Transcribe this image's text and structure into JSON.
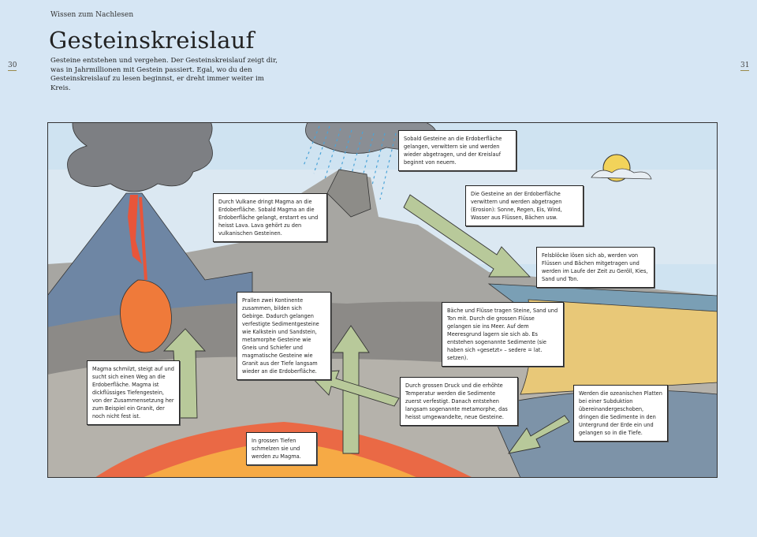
{
  "header": {
    "kicker": "Wissen zum Nachlesen",
    "title": "Gesteinskreislauf",
    "intro": "Gesteine entstehen und vergehen. Der Gesteinskreislauf zeigt dir, was in Jahrmillionen mit Gestein passiert. Egal, wo du den Gesteinskreislauf zu lesen beginnst, er dreht immer weiter im Kreis.",
    "page_left": "30",
    "page_right": "31"
  },
  "boxes": {
    "vulkan": "Durch Vulkane dringt Magma an die Erdoberfläche. Sobald Magma an die Erdoberfläche gelangt, erstarrt es und heisst Lava. Lava gehört zu den vulkanischen Gesteinen.",
    "oberflaeche": "Sobald Gesteine an die Erdoberfläche gelangen, verwittern sie und werden wieder abgetragen, und der Kreislauf beginnt von neuem.",
    "erosion": "Die Gesteine an der Erdoberfläche verwittern und werden abgetragen (Erosion): Sonne, Regen, Eis, Wind, Wasser aus Flüssen, Bächen usw.",
    "felsbloecke": "Felsblöcke lösen sich ab, werden von Flüssen und Bächen mitgetragen und werden im Laufe der Zeit zu Geröll, Kies, Sand und Ton.",
    "kontinente": "Prallen zwei Kontinente zusammen, bilden sich Gebirge. Dadurch gelangen verfestigte Sedimentgesteine wie Kalkstein und Sandstein, metamorphe Gesteine wie Gneis und Schiefer und magmatische Gesteine wie Granit aus der Tiefe langsam wieder an die Erdoberfläche.",
    "sedimente": "Bäche und Flüsse tragen Steine, Sand und Ton mit. Durch die grossen Flüsse gelangen sie ins Meer. Auf dem Meeresgrund lagern sie sich ab. Es entstehen sogenannte Sedimente (sie haben sich «gesetzt» – sedere = lat. setzen).",
    "magma": "Magma schmilzt, steigt auf und sucht sich einen Weg an die Erdoberfläche. Magma ist dickflüssiges Tiefengestein, von der Zusammensetzung her zum Beispiel ein Granit, der noch nicht fest ist.",
    "metamorph": "Durch grossen Druck und die erhöhte Temperatur werden die Sedimente zuerst verfestigt. Danach entstehen langsam sogenannte metamorphe, das heisst umgewandelte, neue Gesteine.",
    "tiefe": "In grossen Tiefen schmelzen sie und werden zu Magma.",
    "subduktion": "Werden die ozeanischen Platten bei einer Subduktion übereinandergeschoben, dringen die Sedimente in den Untergrund der Erde ein und gelangen so in die Tiefe."
  },
  "colors": {
    "sky": "#cfe3f1",
    "arrow": "#b8c99a",
    "magma": "#e8553a",
    "sea": "#7a9fb5",
    "sand": "#e8c878"
  }
}
